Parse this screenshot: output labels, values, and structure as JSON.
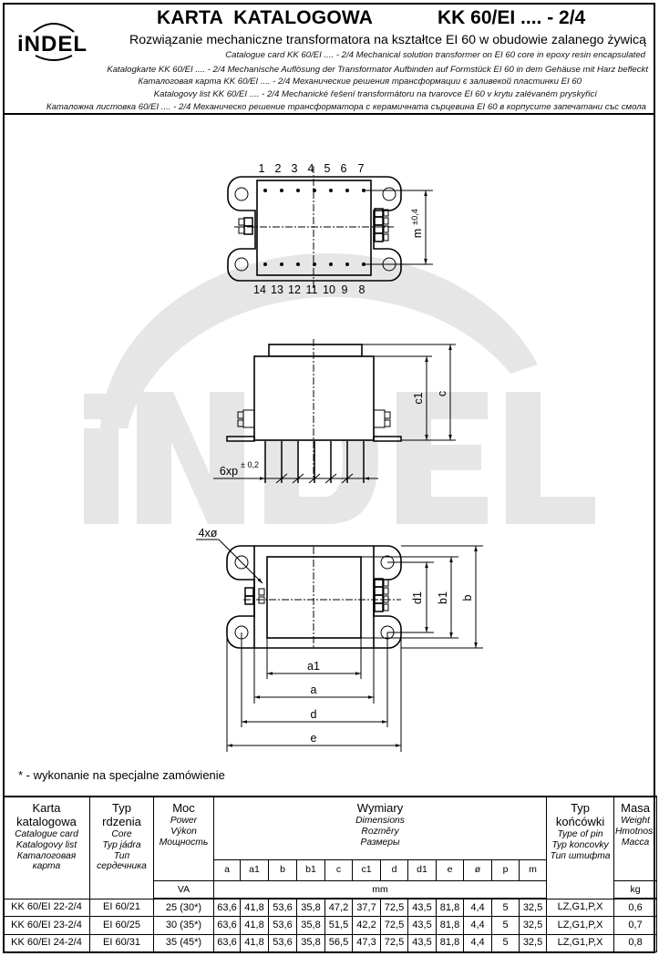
{
  "header": {
    "logo": "iNDEL",
    "title": "KARTA  KATALOGOWA",
    "code": "KK 60/EI .... - 2/4",
    "subtitle_pl": "Rozwiązanie mechaniczne transformatora na kształtce EI 60 w obudowie zalanego żywicą",
    "lines": [
      "Catalogue card KK 60/EI .... - 2/4   Mechanical solution transformer on EI 60 core in epoxy resin encapsulated",
      "Katalogkarte KK 60/EI .... - 2/4   Mechanische Auflösung der Transformator Aufbinden auf Formstück EI 60 in dem Gehäuse mit Harz befleckt",
      "Каталоговая карта KK 60/EI .... - 2/4   Механические решения трансформации є заливекой пластинки EI 60",
      "Katalogovy list KK 60/EI .... - 2/4   Mechanické řešení transformátoru na tvarovce EI 60 v krytu zalévaném pryskyřicí",
      "Каталожна листовка 60/EI .... - 2/4   Механическо решение трансформатора с керамичната сърцевина EI 60 в корпусите запечатани със смола"
    ]
  },
  "drawing": {
    "pins_top": [
      "1",
      "2",
      "3",
      "4",
      "5",
      "6",
      "7"
    ],
    "pins_bottom": [
      "14",
      "13",
      "12",
      "11",
      "10",
      "9",
      "8"
    ],
    "m_label": "m",
    "m_tol": "±0,4",
    "c_label": "c",
    "c1_label": "c1",
    "p_label": "6xp",
    "p_tol": "± 0,2",
    "hole_label": "4xø",
    "a_label": "a",
    "a1_label": "a1",
    "b_label": "b",
    "b1_label": "b1",
    "d_label": "d",
    "d1_label": "d1",
    "e_label": "e",
    "watermark": "iNDEL"
  },
  "note": "* - wykonanie na specjalne zamówienie",
  "table": {
    "col_card": [
      "Karta",
      "katalogowa",
      "Catalogue card",
      "Katalogovy list",
      "Каталоговая",
      "карта"
    ],
    "col_core": [
      "Typ",
      "rdzenia",
      "Core",
      "Typ jádra",
      "Тип",
      "сердечника"
    ],
    "col_power": [
      "Moc",
      "Power",
      "Výkon",
      "Мощность"
    ],
    "col_dims": [
      "Wymiary",
      "Dimensions",
      "Rozměry",
      "Размеры"
    ],
    "col_pin": [
      "Typ",
      "końcówki",
      "Type of pin",
      "Typ koncovky",
      "Тип штифта"
    ],
    "col_mass": [
      "Masa",
      "Weight",
      "Hmotnost",
      "Масса"
    ],
    "dim_keys": [
      "a",
      "a1",
      "b",
      "b1",
      "c",
      "c1",
      "d",
      "d1",
      "e",
      "ø",
      "p",
      "m"
    ],
    "units": {
      "power": "VA",
      "dims": "mm",
      "mass": "kg"
    },
    "rows": [
      {
        "card": "KK 60/EI 22-2/4",
        "core": "EI 60/21",
        "power": "25  (30*)",
        "dims": [
          "63,6",
          "41,8",
          "53,6",
          "35,8",
          "47,2",
          "37,7",
          "72,5",
          "43,5",
          "81,8",
          "4,4",
          "5",
          "32,5"
        ],
        "pin": "LZ,G1,P,X",
        "mass": "0,6"
      },
      {
        "card": "KK 60/EI 23-2/4",
        "core": "EI 60/25",
        "power": "30  (35*)",
        "dims": [
          "63,6",
          "41,8",
          "53,6",
          "35,8",
          "51,5",
          "42,2",
          "72,5",
          "43,5",
          "81,8",
          "4,4",
          "5",
          "32,5"
        ],
        "pin": "LZ,G1,P,X",
        "mass": "0,7"
      },
      {
        "card": "KK 60/EI 24-2/4",
        "core": "EI 60/31",
        "power": "35  (45*)",
        "dims": [
          "63,6",
          "41,8",
          "53,6",
          "35,8",
          "56,5",
          "47,3",
          "72,5",
          "43,5",
          "81,8",
          "4,4",
          "5",
          "32,5"
        ],
        "pin": "LZ,G1,P,X",
        "mass": "0,8"
      }
    ]
  }
}
